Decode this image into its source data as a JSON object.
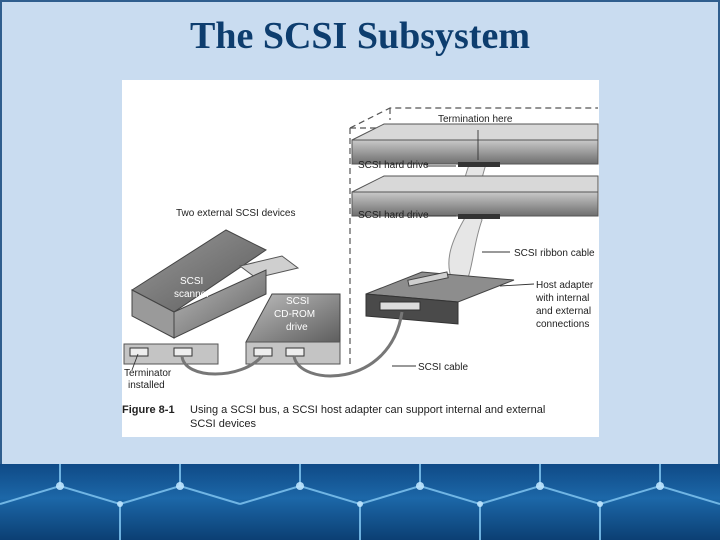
{
  "slide": {
    "title": "The SCSI Subsystem"
  },
  "figure": {
    "labels": {
      "termination_here": "Termination here",
      "hard_drive_1": "SCSI hard drive",
      "hard_drive_2": "SCSI hard drive",
      "two_external": "Two external SCSI devices",
      "ribbon_cable": "SCSI ribbon cable",
      "host_adapter": [
        "Host adapter",
        "with internal",
        "and external",
        "connections"
      ],
      "scanner": [
        "SCSI",
        "scanner"
      ],
      "cdrom": [
        "SCSI",
        "CD-ROM",
        "drive"
      ],
      "terminator": [
        "Terminator",
        "installed"
      ],
      "scsi_cable": "SCSI cable"
    },
    "caption": {
      "number": "Figure 8-1",
      "text_line1": "Using a SCSI bus, a SCSI host adapter can support internal and external",
      "text_line2": "SCSI devices"
    }
  },
  "colors": {
    "title": "#0d3d6e",
    "background": "#c9dcf0",
    "band": "#1c67a8"
  }
}
